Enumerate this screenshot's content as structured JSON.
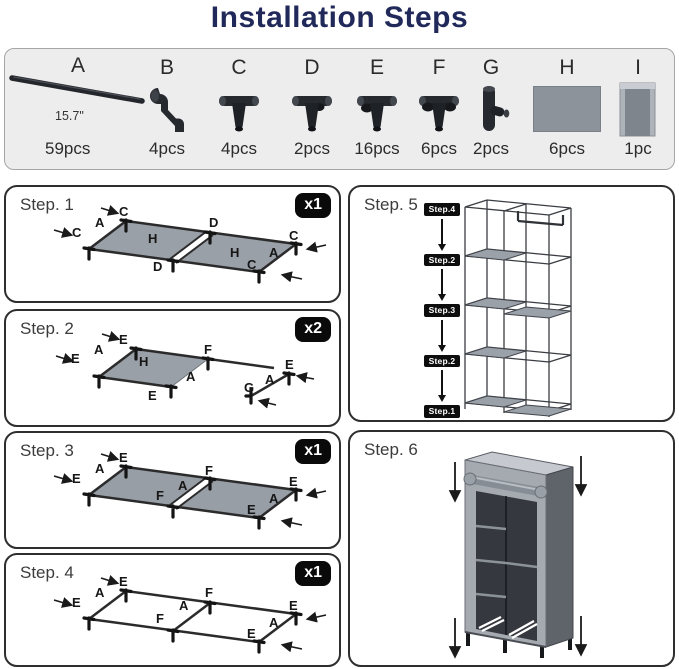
{
  "title": "Installation Steps",
  "colors": {
    "title_navy": "#20295a",
    "badge_bg": "#0a0a0a",
    "badge_text": "#ffffff",
    "shelf_panel_gray": "#9aa0a8",
    "parts_panel_bg": "#ededed"
  },
  "parts": {
    "items": [
      {
        "letter": "A",
        "qty": "59pcs",
        "length": "15.7\""
      },
      {
        "letter": "B",
        "qty": "4pcs"
      },
      {
        "letter": "C",
        "qty": "4pcs"
      },
      {
        "letter": "D",
        "qty": "2pcs"
      },
      {
        "letter": "E",
        "qty": "16pcs"
      },
      {
        "letter": "F",
        "qty": "6pcs"
      },
      {
        "letter": "G",
        "qty": "2pcs"
      },
      {
        "letter": "H",
        "qty": "6pcs"
      },
      {
        "letter": "I",
        "qty": "1pc"
      }
    ]
  },
  "steps": [
    {
      "name": "Step. 1",
      "badge": "x1",
      "labels": [
        "C",
        "A",
        "C",
        "D",
        "H",
        "H",
        "D",
        "C",
        "A",
        "C"
      ]
    },
    {
      "name": "Step. 2",
      "badge": "x2",
      "labels": [
        "E",
        "A",
        "E",
        "H",
        "F",
        "A",
        "E",
        "G",
        "A",
        "E"
      ]
    },
    {
      "name": "Step. 3",
      "badge": "x1",
      "labels": [
        "E",
        "A",
        "E",
        "F",
        "A",
        "F",
        "E",
        "A",
        "E"
      ]
    },
    {
      "name": "Step. 4",
      "badge": "x1",
      "labels": [
        "E",
        "A",
        "E",
        "F",
        "A",
        "F",
        "E",
        "A",
        "E"
      ]
    },
    {
      "name": "Step. 5",
      "sequence": [
        "Step.4",
        "Step.2",
        "Step.3",
        "Step.2",
        "Step.1"
      ]
    },
    {
      "name": "Step. 6"
    }
  ]
}
